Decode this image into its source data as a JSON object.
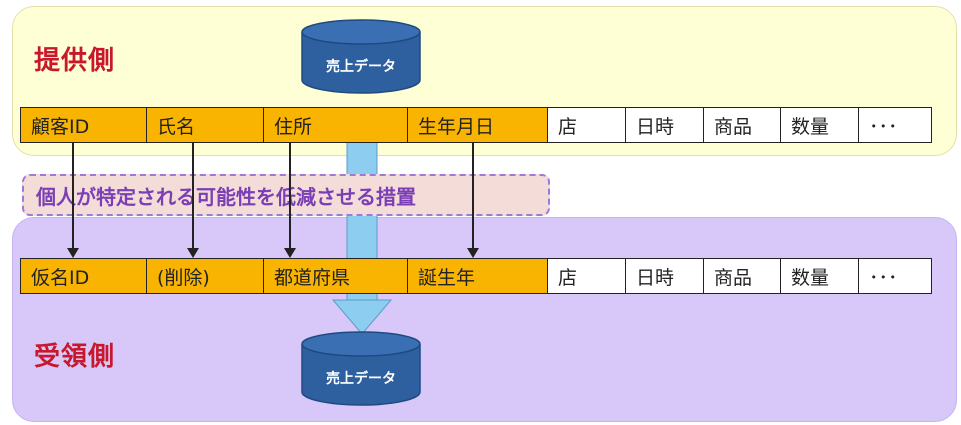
{
  "provider": {
    "label": "提供側",
    "database_label": "売上データ",
    "fields": [
      "顧客ID",
      "氏名",
      "住所",
      "生年月日",
      "店",
      "日時",
      "商品",
      "数量",
      "･･･"
    ]
  },
  "process": {
    "label": "個人が特定される可能性を低減させる措置"
  },
  "receiver": {
    "label": "受領側",
    "database_label": "売上データ",
    "fields": [
      "仮名ID",
      "(削除)",
      "都道府県",
      "誕生年",
      "店",
      "日時",
      "商品",
      "数量",
      "･･･"
    ]
  },
  "colors": {
    "provider_bg": "#ffffd6",
    "receiver_bg": "#d7c8f9",
    "highlight_field": "#f8b400",
    "title_red": "#c8182d",
    "process_text": "#7a3fb5",
    "cylinder": "#2e5f9e",
    "flow_arrow": "#8ccdf0"
  }
}
